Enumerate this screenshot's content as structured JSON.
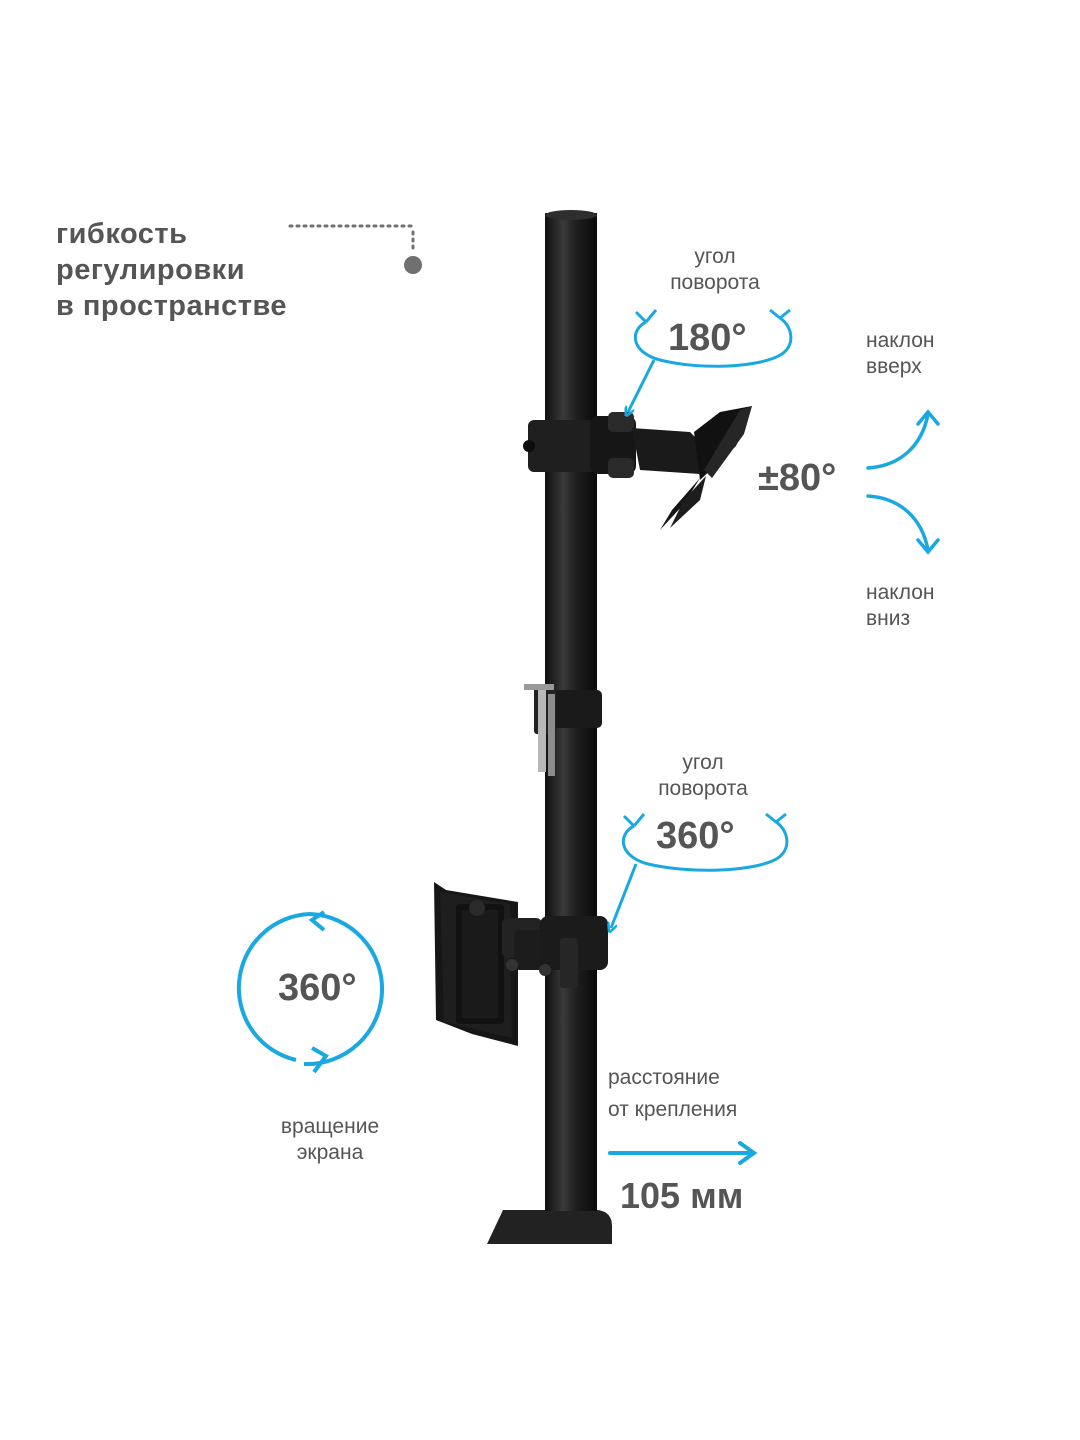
{
  "headline": {
    "line1": "гибкость",
    "line2": "регулировки",
    "line3": "в пространстве"
  },
  "rotation_top": {
    "label_line1": "угол",
    "label_line2": "поворота",
    "value": "180°"
  },
  "tilt": {
    "up_line1": "наклон",
    "up_line2": "вверх",
    "value": "±80°",
    "down_line1": "наклон",
    "down_line2": "вниз"
  },
  "rotation_bottom": {
    "label_line1": "угол",
    "label_line2": "поворота",
    "value": "360°"
  },
  "screen_rotation": {
    "value": "360°",
    "label_line1": "вращение",
    "label_line2": "экрана"
  },
  "distance": {
    "label_line1": "расстояние",
    "label_line2": "от крепления",
    "value": "105 мм"
  },
  "colors": {
    "accent": "#1aa8e0",
    "pole": "#1c1c1c",
    "text": "#555555",
    "dots": "#707070"
  }
}
